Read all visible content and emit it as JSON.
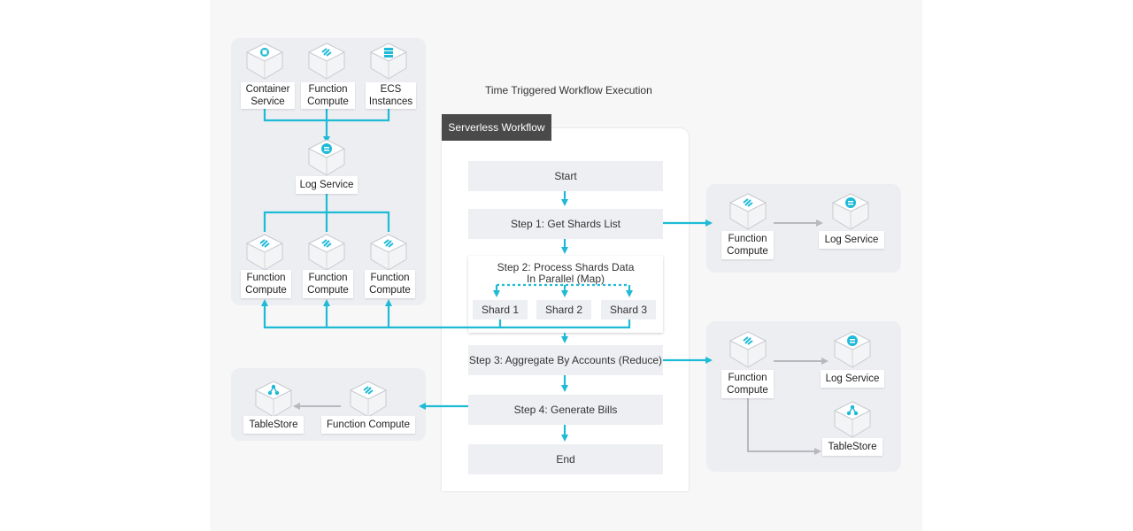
{
  "diagram": {
    "title": "Time Triggered Workflow Execution",
    "workflow_tab": "Serverless Workflow",
    "steps": {
      "start": "Start",
      "step1": "Step 1: Get Shards List",
      "step2": "Step 2: Process Shards Data In Parallel (Map)",
      "step3": "Step 3: Aggregate By Accounts (Reduce)",
      "step4": "Step 4: Generate Bills",
      "end": "End"
    },
    "shards": [
      "Shard 1",
      "Shard 2",
      "Shard 3"
    ],
    "left_panel": {
      "sources": [
        "Container Service",
        "Function Compute",
        "ECS Instances"
      ],
      "log_service": "Log Service",
      "workers": [
        "Function Compute",
        "Function Compute",
        "Function Compute"
      ]
    },
    "bottom_left_panel": {
      "tablestore": "TableStore",
      "function_compute": "Function Compute"
    },
    "right_top_panel": {
      "function_compute": "Function Compute",
      "log_service": "Log Service"
    },
    "right_bottom_panel": {
      "function_compute": "Function Compute",
      "log_service": "Log Service",
      "tablestore": "TableStore"
    },
    "colors": {
      "accent": "#1fbad6",
      "gray_arrow": "#b7b9be",
      "tab": "#4a4a4a",
      "panel": "#eceef1"
    }
  }
}
